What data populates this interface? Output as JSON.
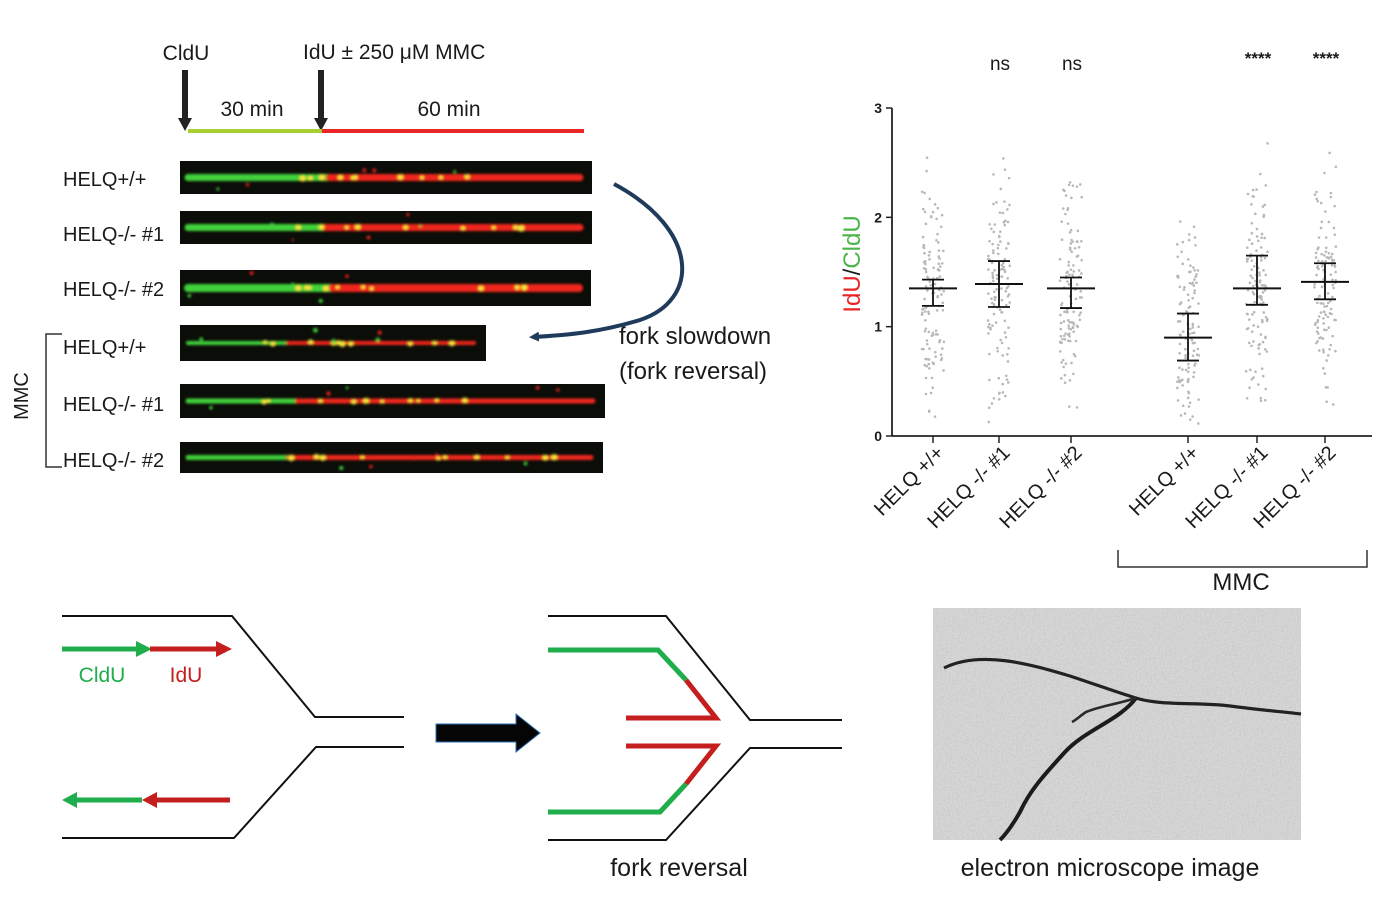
{
  "protocol": {
    "pulse1_label": "CldU",
    "pulse2_label": "IdU ± 250 μM MMC",
    "pulse1_time": "30 min",
    "pulse2_time": "60 min"
  },
  "fibers": {
    "untreated": [
      {
        "label": "HELQ+/+",
        "cldu_fraction": 0.36
      },
      {
        "label": "HELQ-/- #1",
        "cldu_fraction": 0.35
      },
      {
        "label": "HELQ-/- #2",
        "cldu_fraction": 0.37
      }
    ],
    "mmc_group_label": "MMC",
    "mmc": [
      {
        "label": "HELQ+/+",
        "cldu_fraction": 0.35
      },
      {
        "label": "HELQ-/- #1",
        "cldu_fraction": 0.27
      },
      {
        "label": "HELQ-/- #2",
        "cldu_fraction": 0.25
      }
    ]
  },
  "annotation": {
    "line1": "fork slowdown",
    "line2": "(fork reversal)"
  },
  "chart_data": {
    "type": "scatter",
    "ylabel_red": "IdU",
    "ylabel_sep": "/",
    "ylabel_green": "CldU",
    "ylim": [
      0,
      3
    ],
    "yticks": [
      "0",
      "1",
      "2",
      "3"
    ],
    "categories": [
      "HELQ +/+",
      "HELQ -/- #1",
      "HELQ -/- #2",
      "HELQ +/+",
      "HELQ -/- #1",
      "HELQ -/- #2"
    ],
    "median": [
      1.35,
      1.39,
      1.35,
      0.9,
      1.35,
      1.41
    ],
    "ci_low": [
      1.19,
      1.18,
      1.17,
      0.69,
      1.2,
      1.25
    ],
    "ci_high": [
      1.43,
      1.6,
      1.45,
      1.12,
      1.65,
      1.58
    ],
    "significance": [
      "",
      "ns",
      "ns",
      "",
      "****",
      "****"
    ],
    "group_label": "MMC"
  },
  "schematic": {
    "cldu_label": "CldU",
    "idu_label": "IdU",
    "fork_reversal_label": "fork reversal",
    "em_label": "electron microscope image"
  },
  "colors": {
    "cldu": "#1fae4b",
    "idu": "#c41e1e",
    "scatter": "#b8b8b8",
    "arrow_curve": "#1f3a5a"
  }
}
